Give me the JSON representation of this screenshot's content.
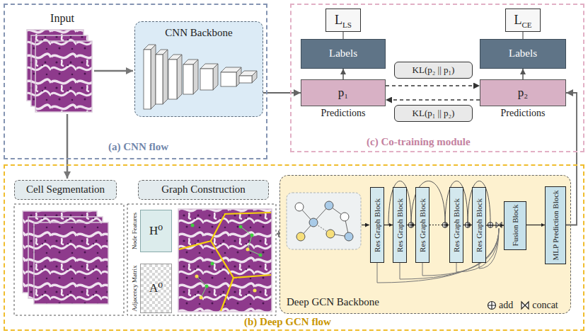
{
  "diagram": {
    "nodes": [
      {
        "text": [
          "(a) CNN flow"
        ]
      },
      {
        "text": [
          "CNN Backbone"
        ],
        "in": 0
      },
      {
        "text": [
          "(c) Co-training module"
        ]
      },
      {
        "text": [
          "LLS"
        ],
        "in": 2
      },
      {
        "text": [
          "Labels"
        ],
        "in": 2
      },
      {
        "text": [
          "p₁",
          "Predictions"
        ],
        "in": 2
      },
      {
        "text": [
          "KL(p₂ || p₁)"
        ],
        "in": 2
      },
      {
        "text": [
          "KL(p₁ || p₂)"
        ],
        "in": 2
      },
      {
        "text": [
          "LCE"
        ],
        "in": 2
      },
      {
        "text": [
          "Labels"
        ],
        "in": 2
      },
      {
        "text": [
          "p₂",
          "Predictions"
        ],
        "in": 2
      },
      {
        "text": [
          "(b) Deep GCN flow"
        ]
      },
      {
        "text": [
          "Cell Segmentation"
        ],
        "in": 11
      },
      {
        "text": [
          "Graph Construction"
        ],
        "in": 11
      },
      {
        "text": [
          "H⁰"
        ],
        "in": 11
      },
      {
        "text": [
          "A⁰"
        ],
        "in": 11
      },
      {
        "text": [
          "Deep GCN Backbone"
        ],
        "in": 11
      },
      {
        "text": [
          "Res Graph Block"
        ],
        "in": 16
      },
      {
        "text": [
          "Res Graph Block"
        ],
        "in": 16
      },
      {
        "text": [
          "Res Graph Block"
        ],
        "in": 16
      },
      {
        "text": [
          "Res Graph Block"
        ],
        "in": 16
      },
      {
        "text": [
          "Res Graph Block"
        ],
        "in": 16
      },
      {
        "text": [
          "Fusion Block"
        ],
        "in": 16
      },
      {
        "text": [
          "MLP Prediction Block"
        ],
        "in": 16
      }
    ],
    "edges": [
      {
        "from": 1,
        "to": 5,
        "arrow": "to"
      },
      {
        "from": 5,
        "to": 4,
        "arrow": "to"
      },
      {
        "from": 4,
        "to": 3,
        "arrow": "none"
      },
      {
        "from": 10,
        "to": 9,
        "arrow": "to"
      },
      {
        "from": 9,
        "to": 8,
        "arrow": "none"
      },
      {
        "from": 5,
        "to": 10,
        "arrow": "to"
      },
      {
        "from": 10,
        "to": 5,
        "arrow": "to"
      },
      {
        "from": 17,
        "to": 18,
        "arrow": "to"
      },
      {
        "from": 18,
        "to": 19,
        "arrow": "to"
      },
      {
        "from": 19,
        "to": 20,
        "arrow": "to"
      },
      {
        "from": 20,
        "to": 21,
        "arrow": "to"
      },
      {
        "from": 21,
        "to": 22,
        "arrow": "to"
      },
      {
        "from": 22,
        "to": 23,
        "arrow": "to"
      },
      {
        "from": 23,
        "to": 10,
        "arrow": "to"
      }
    ],
    "labels": [
      "Input",
      "Node Features",
      "Adjacency Matrix"
    ],
    "legend": [
      {
        "text": "add"
      },
      {
        "text": "concat"
      }
    ]
  }
}
